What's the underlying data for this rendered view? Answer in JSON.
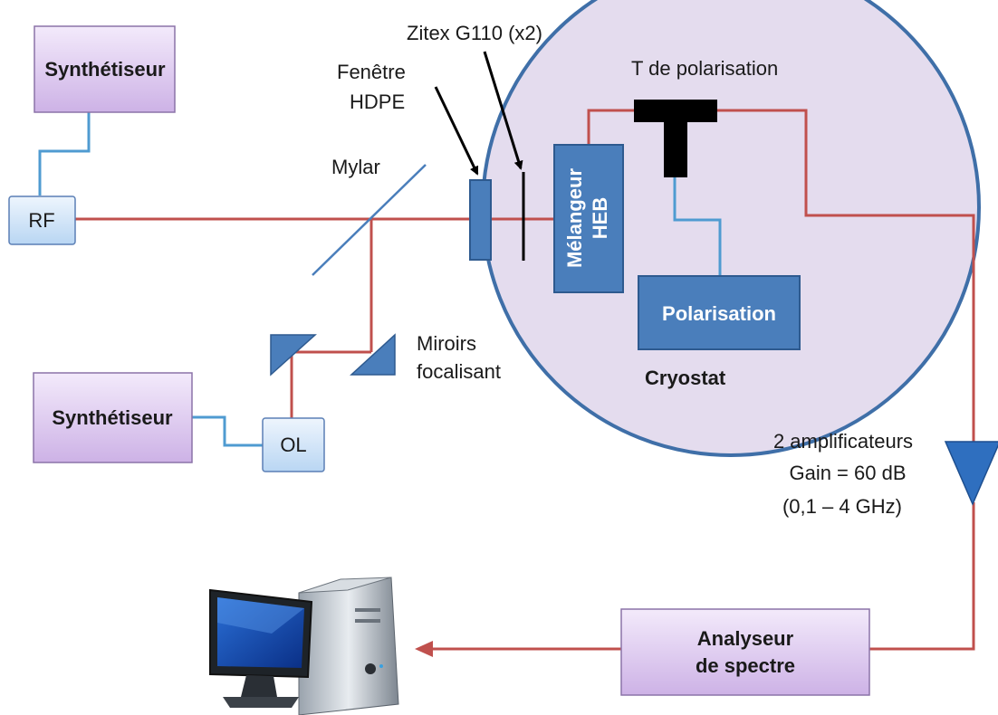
{
  "labels": {
    "synth_top": "Synthétiseur",
    "synth_bottom": "Synthétiseur",
    "rf": "RF",
    "ol": "OL",
    "mylar": "Mylar",
    "fenetre_line1": "Fenêtre",
    "fenetre_line2": "HDPE",
    "zitex": "Zitex G110 (x2)",
    "t_polarisation": "T de polarisation",
    "melangeur_line1": "Mélangeur",
    "melangeur_line2": "HEB",
    "polarisation": "Polarisation",
    "cryostat": "Cryostat",
    "miroirs_line1": "Miroirs",
    "miroirs_line2": "focalisant",
    "amp_line1": "2 amplificateurs",
    "amp_line2": "Gain = 60 dB",
    "amp_line3": "(0,1 – 4 GHz)",
    "analyseur_line1": "Analyseur",
    "analyseur_line2": "de spectre"
  },
  "colors": {
    "signal_wire": "#c0504d",
    "control_wire": "#4f9bd1",
    "component_fill": "#4a7ebb",
    "cryostat_fill": "#e4dcee",
    "cryostat_stroke": "#3f6fa8",
    "synth_fill": "#dcc6ef"
  },
  "icons": {
    "computer": "desktop-computer-icon",
    "amplifier": "amplifier-triangle-icon",
    "mirror": "mirror-prism-icon"
  }
}
